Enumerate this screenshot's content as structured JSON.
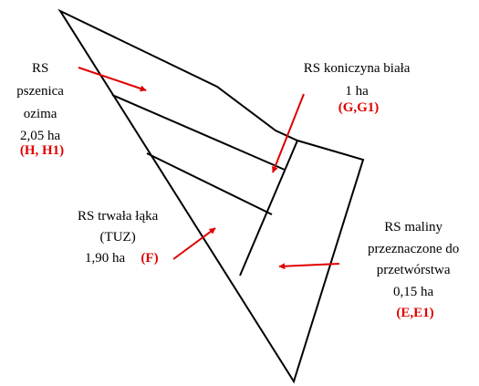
{
  "colors": {
    "outline": "#000000",
    "arrow": "#e00000",
    "code": "#e00000"
  },
  "parcels": [
    {
      "id": "pszenica",
      "lines": [
        "RS",
        "pszenica",
        "ozima",
        "2,05 ha"
      ],
      "code": "(H, H1)"
    },
    {
      "id": "koniczyna",
      "lines": [
        "RS koniczyna biała",
        "1 ha"
      ],
      "code": "(G,G1)"
    },
    {
      "id": "laka",
      "lines": [
        "RS trwała łąka",
        "(TUZ)",
        "1,90 ha"
      ],
      "code": "(F)"
    },
    {
      "id": "maliny",
      "lines": [
        "RS maliny",
        "przeznaczone do",
        "przetwórstwa",
        "0,15 ha"
      ],
      "code": "(E,E1)"
    }
  ]
}
